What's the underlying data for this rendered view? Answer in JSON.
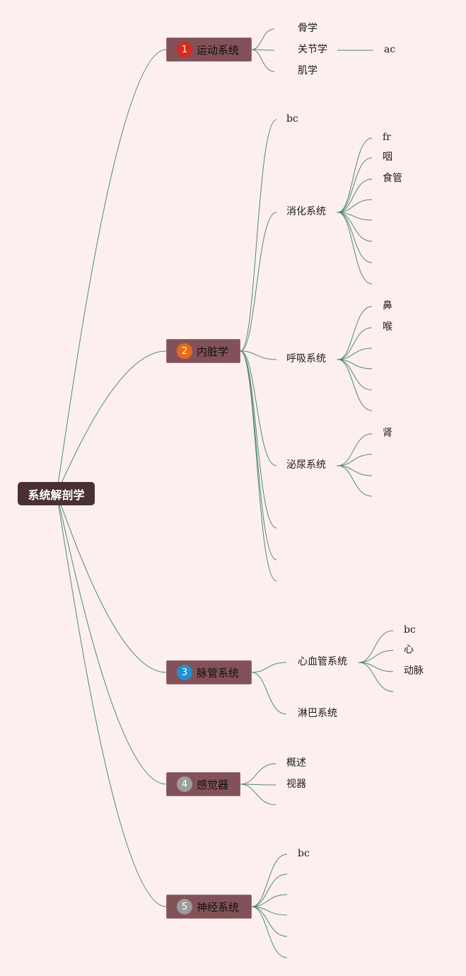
{
  "root": {
    "label": "系统解剖学"
  },
  "colors": {
    "background": "#fdeff0",
    "root_fill": "#4a3034",
    "branch_fill": "#835258",
    "link_color": "#4e8a73",
    "badge_1": "#d92a1c",
    "badge_2": "#ec6a15",
    "badge_3": "#2190d3",
    "badge_4": "#9c9c9c",
    "badge_5": "#9c9c9c"
  },
  "branches": [
    {
      "number": "1",
      "label": "运动系统",
      "children": [
        {
          "label": "骨学"
        },
        {
          "label": "关节学",
          "children": [
            {
              "label": "ac"
            }
          ]
        },
        {
          "label": "肌学"
        }
      ]
    },
    {
      "number": "2",
      "label": "内脏学",
      "children": [
        {
          "label": "bc"
        },
        {
          "label": "消化系统",
          "children": [
            {
              "label": "fr"
            },
            {
              "label": "咽"
            },
            {
              "label": "食管"
            },
            {
              "label": ""
            },
            {
              "label": ""
            },
            {
              "label": ""
            },
            {
              "label": ""
            },
            {
              "label": ""
            }
          ]
        },
        {
          "label": "呼吸系统",
          "children": [
            {
              "label": "鼻"
            },
            {
              "label": "喉"
            },
            {
              "label": ""
            },
            {
              "label": ""
            },
            {
              "label": ""
            },
            {
              "label": ""
            }
          ]
        },
        {
          "label": "泌尿系统",
          "children": [
            {
              "label": "肾"
            },
            {
              "label": ""
            },
            {
              "label": ""
            },
            {
              "label": ""
            }
          ]
        },
        {
          "label": ""
        },
        {
          "label": ""
        },
        {
          "label": ""
        }
      ]
    },
    {
      "number": "3",
      "label": "脉管系统",
      "children": [
        {
          "label": "心血管系统",
          "children": [
            {
              "label": "bc"
            },
            {
              "label": "心"
            },
            {
              "label": "动脉"
            },
            {
              "label": ""
            }
          ]
        },
        {
          "label": "淋巴系统"
        }
      ]
    },
    {
      "number": "4",
      "label": "感觉器",
      "children": [
        {
          "label": "概述"
        },
        {
          "label": "视器"
        },
        {
          "label": ""
        }
      ]
    },
    {
      "number": "5",
      "label": "神经系统",
      "children": [
        {
          "label": "bc"
        },
        {
          "label": ""
        },
        {
          "label": ""
        },
        {
          "label": ""
        },
        {
          "label": ""
        },
        {
          "label": ""
        }
      ]
    }
  ]
}
